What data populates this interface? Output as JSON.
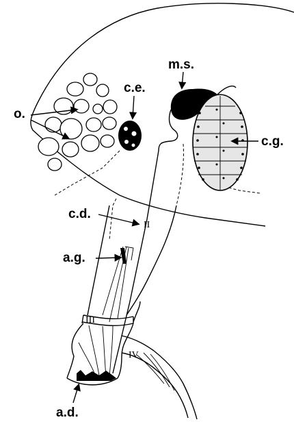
{
  "labels": {
    "ovary": "o.",
    "cement_egg": "c.e.",
    "muscle_sac": "m.s.",
    "cement_gland": "c.g.",
    "cement_duct": "c.d.",
    "accessory_gland": "a.g.",
    "adhesive_disc": "a.d."
  },
  "segments": {
    "seg2": "II",
    "seg3": "III",
    "seg4": "IV"
  }
}
